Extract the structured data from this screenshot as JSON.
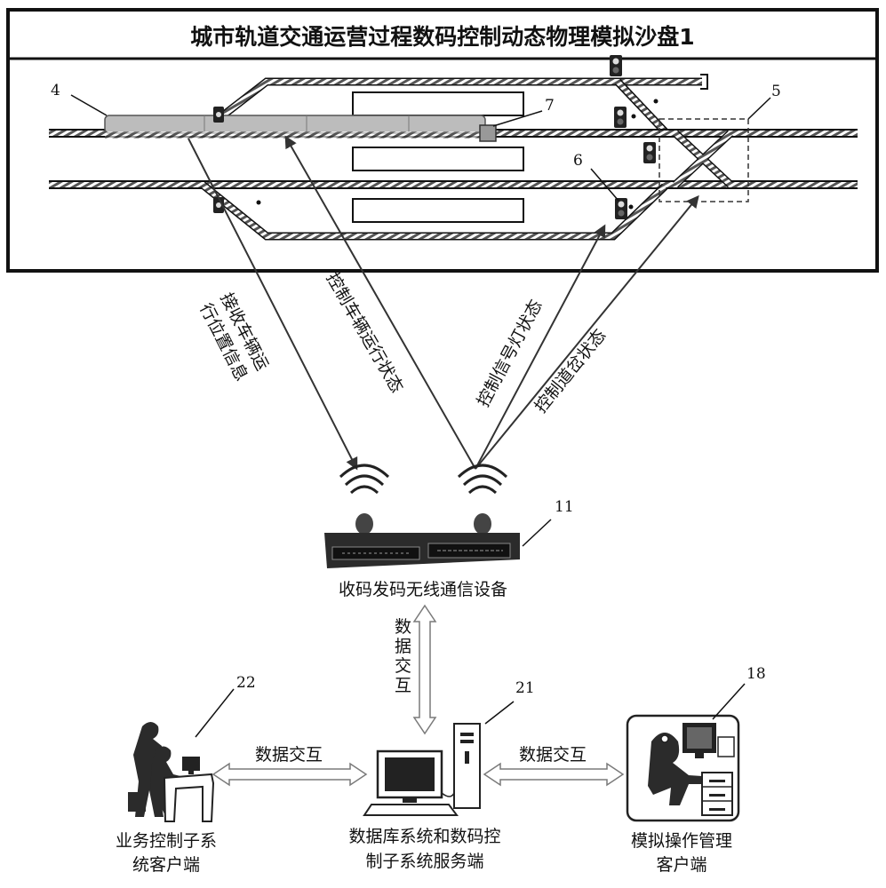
{
  "title": "城市轨道交通运营过程数码控制动态物理模拟沙盘1",
  "callouts": {
    "train": "4",
    "switch_box": "5",
    "signal": "6",
    "sensor": "7",
    "wireless": "11",
    "server": "21",
    "business_client": "22",
    "sim_client": "18"
  },
  "arrow_labels": {
    "receive_position": [
      "接收车辆运",
      "行位置信息"
    ],
    "control_vehicle": "控制车辆运行状态",
    "control_signal": "控制信号灯状态",
    "control_switch": "控制道岔状态"
  },
  "devices": {
    "wireless": "收码发码无线通信设备",
    "server": [
      "数据库系统和数码控",
      "制子系统服务端"
    ],
    "business_client": [
      "业务控制子系",
      "统客户端"
    ],
    "sim_client": [
      "模拟操作管理",
      "客户端"
    ]
  },
  "interaction": {
    "vertical": [
      "数",
      "据",
      "交",
      "互"
    ],
    "left": "数据交互",
    "right": "数据交互"
  },
  "colors": {
    "line": "#1a1a1a",
    "track_fill": "#6f6f6f",
    "train_fill": "#bcbcbc",
    "arrow_outline": "#7a7a7a",
    "device_dark": "#2b2b2b"
  }
}
